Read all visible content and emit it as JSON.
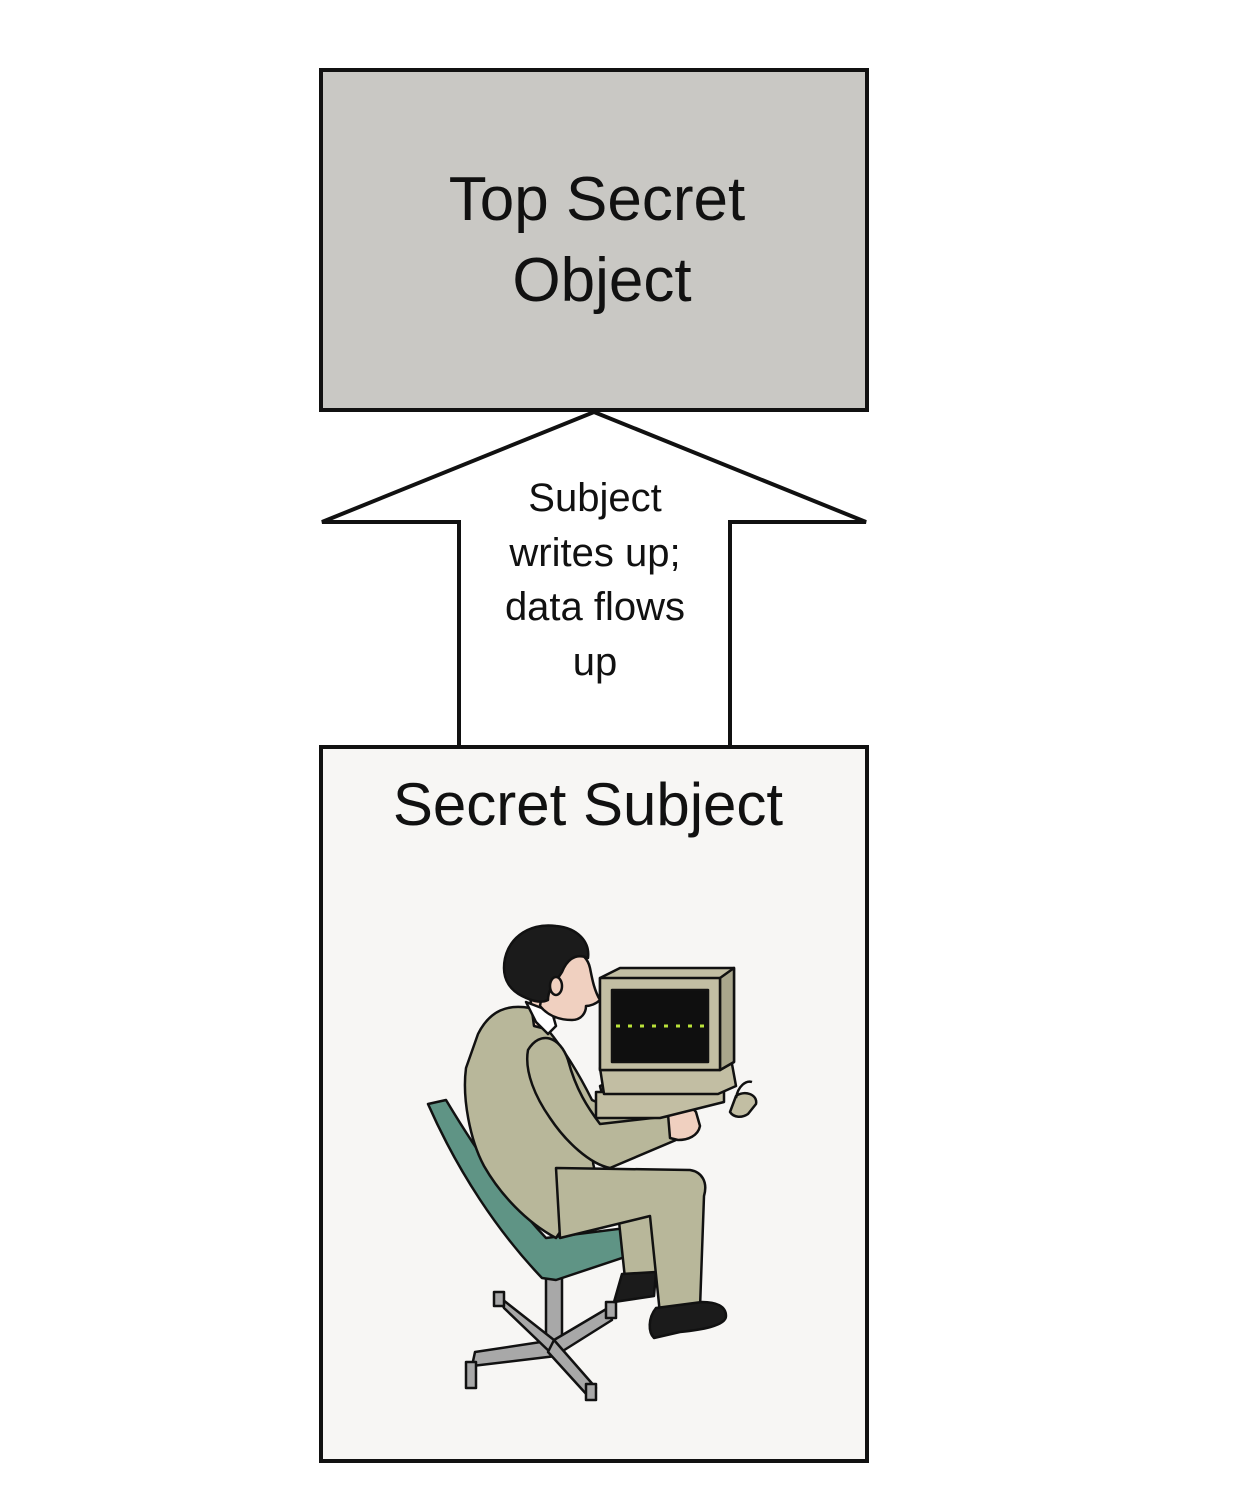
{
  "object_box": {
    "line1": "Top Secret",
    "line2": "Object",
    "fill": "#c9c8c4"
  },
  "arrow": {
    "line1": "Subject",
    "line2": "writes up;",
    "line3": "data flows",
    "line4": "up"
  },
  "subject_box": {
    "title": "Secret Subject",
    "fill": "#f7f6f4",
    "illustration_icon": "person-at-computer-icon"
  },
  "colors": {
    "outline": "#111111",
    "suit": "#b8b79a",
    "chair": "#5f9485",
    "hair": "#1b1b1b",
    "skin": "#f0d0c0",
    "monitor_case": "#c2bea3",
    "screen": "#0f0f0f",
    "screen_line": "#b9e13a",
    "chair_base": "#a8a8a8"
  }
}
